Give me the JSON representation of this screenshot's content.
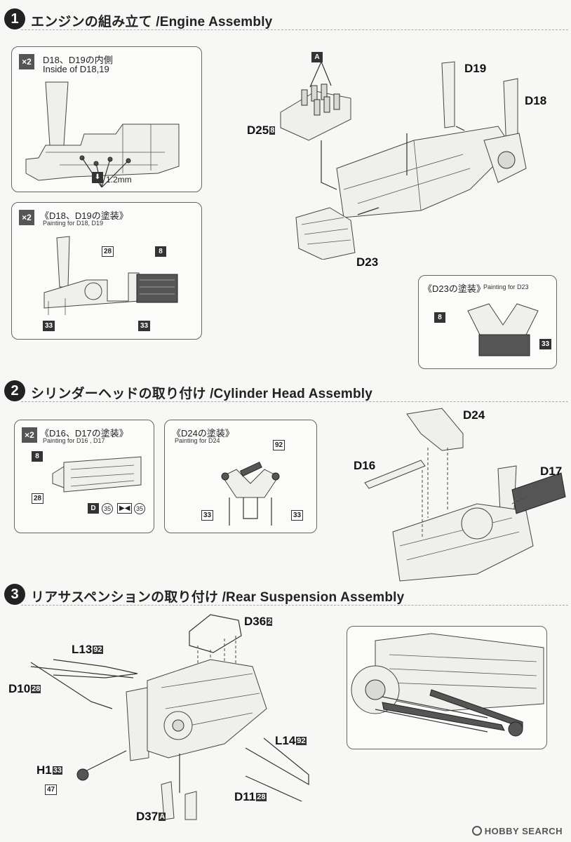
{
  "steps": [
    {
      "num": "1",
      "title": "エンジンの組み立て /Engine Assembly"
    },
    {
      "num": "2",
      "title": "シリンダーヘッドの取り付け /Cylinder Head Assembly"
    },
    {
      "num": "3",
      "title": "リアサスペンションの取り付け /Rear Suspension Assembly"
    }
  ],
  "step1": {
    "inside_panel": {
      "mult": "×2",
      "title_jp": "D18、D19の内側",
      "title_en": "Inside of D18,19",
      "drill": "1.2mm"
    },
    "paint_panel": {
      "mult": "×2",
      "title_jp": "《D18、D19の塗装》",
      "title_en": "Painting for D18, D19",
      "tags": [
        "28",
        "8",
        "33",
        "33"
      ]
    },
    "d23_panel": {
      "title_jp": "《D23の塗装》",
      "title_en": "Painting for D23",
      "tags": [
        "8",
        "33"
      ]
    },
    "labels": {
      "a": "A",
      "d19": "D19",
      "d18": "D18",
      "d25": "D25",
      "d25_sub": "8",
      "d23": "D23"
    }
  },
  "step2": {
    "d16d17_panel": {
      "mult": "×2",
      "title_jp": "《D16、D17の塗装》",
      "title_en": "Painting for D16 , D17",
      "tags": [
        "8",
        "28"
      ],
      "decal_d": "D",
      "decal_35a": "35",
      "decal_35b": "35"
    },
    "d24_panel": {
      "title_jp": "《D24の塗装》",
      "title_en": "Painting for D24",
      "tags": [
        "92",
        "33",
        "33"
      ]
    },
    "labels": {
      "d24": "D24",
      "d16": "D16",
      "d17": "D17"
    }
  },
  "step3": {
    "labels": [
      {
        "name": "D36",
        "sub": "2"
      },
      {
        "name": "L13",
        "sub": "92"
      },
      {
        "name": "D10",
        "sub": "28"
      },
      {
        "name": "L14",
        "sub": "92"
      },
      {
        "name": "H1",
        "sub": "33"
      },
      {
        "name": "D11",
        "sub": "28"
      },
      {
        "name": "D37",
        "sub": "A"
      }
    ],
    "tag_47": "47"
  },
  "watermark": "HOBBY SEARCH"
}
